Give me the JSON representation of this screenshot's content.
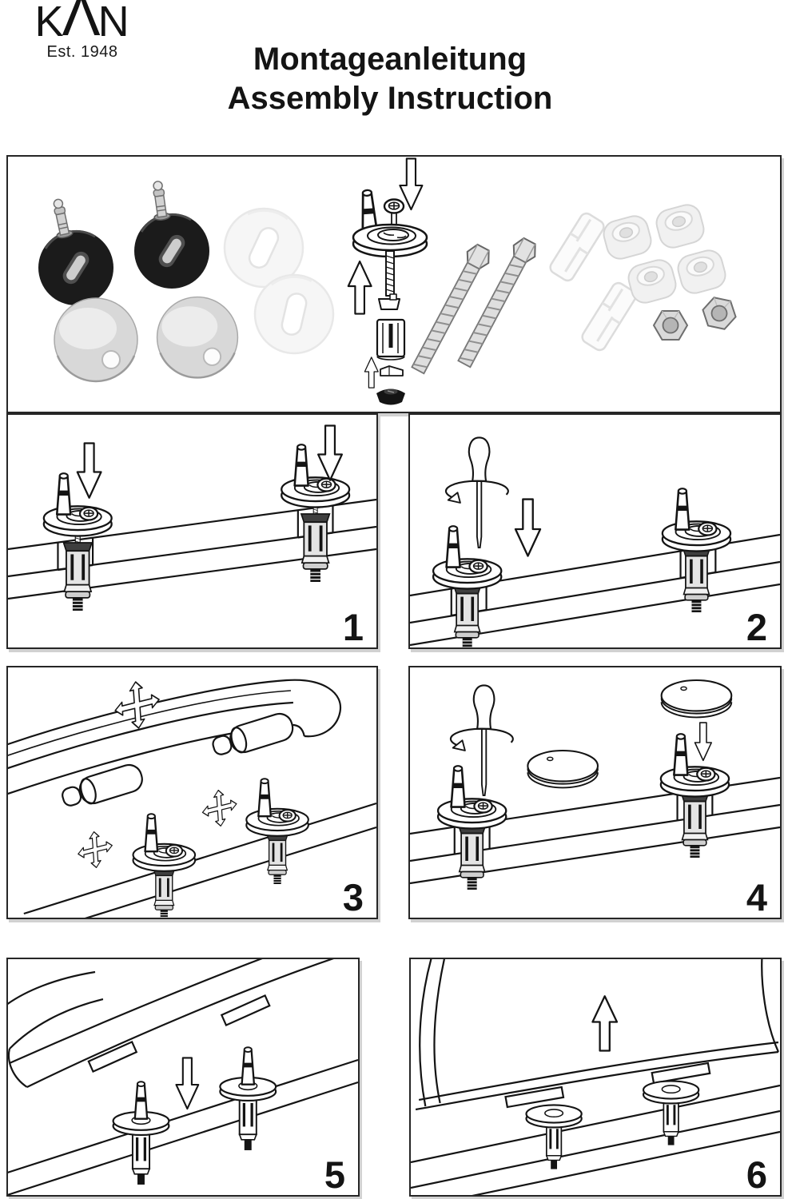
{
  "logo": {
    "chars": [
      "K",
      "Λ",
      "N"
    ],
    "text": "KΛN",
    "subtext": "Est. 1948"
  },
  "title": {
    "line1": "Montageanleitung",
    "line2": "Assembly Instruction"
  },
  "colors": {
    "ink": "#141414",
    "panel_border": "#262626",
    "background": "#ffffff",
    "photo_gray": "#d8d8d8",
    "shadow": "rgba(0,0,0,0.18)"
  },
  "parts_panel": {
    "name": "included-parts-overview",
    "items": [
      "black-hinge-disc",
      "black-hinge-disc",
      "clear-plastic-washer",
      "clear-plastic-washer",
      "chrome-cover-disc",
      "chrome-cover-disc",
      "exploded-fixing-diagram",
      "down-arrow-icon",
      "up-arrow-icon",
      "bolt",
      "bolt",
      "white-expansion-sleeve",
      "white-expansion-sleeve",
      "white-dome-nut",
      "white-dome-nut",
      "white-dome-nut",
      "white-dome-nut",
      "metal-hex-nut",
      "metal-hex-nut"
    ]
  },
  "steps": [
    {
      "number": "1",
      "illustration": "insert-fixings-into-pan-holes"
    },
    {
      "number": "2",
      "illustration": "tighten-screws-with-screwdriver"
    },
    {
      "number": "3",
      "illustration": "align-seat-position"
    },
    {
      "number": "4",
      "illustration": "tighten-and-place-cover-caps"
    },
    {
      "number": "5",
      "illustration": "lower-seat-onto-pins"
    },
    {
      "number": "6",
      "illustration": "seat-engaged-lift-check"
    }
  ]
}
